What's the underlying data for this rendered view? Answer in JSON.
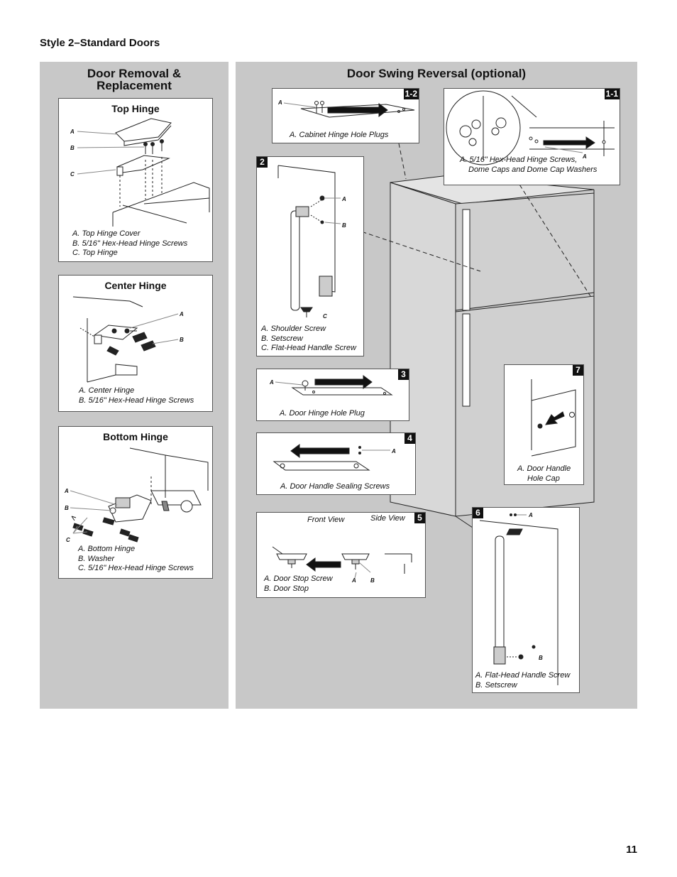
{
  "section_title": "Style 2–Standard Doors",
  "page_number": "11",
  "left_panel": {
    "title_line1": "Door Removal &",
    "title_line2": "Replacement",
    "top_hinge": {
      "title": "Top Hinge",
      "labels": [
        "A",
        "B",
        "C"
      ],
      "legend": [
        "A. Top Hinge Cover",
        "B. 5/16\" Hex-Head Hinge Screws",
        "C. Top Hinge"
      ]
    },
    "center_hinge": {
      "title": "Center Hinge",
      "labels": [
        "A",
        "B"
      ],
      "legend": [
        "A. Center Hinge",
        "B. 5/16\" Hex-Head Hinge Screws"
      ]
    },
    "bottom_hinge": {
      "title": "Bottom Hinge",
      "labels": [
        "A",
        "B",
        "C"
      ],
      "legend": [
        "A. Bottom Hinge",
        "B. Washer",
        "C. 5/16\" Hex-Head Hinge Screws"
      ]
    }
  },
  "right_panel": {
    "title": "Door Swing Reversal (optional)",
    "step_1_2": {
      "badge": "1-2",
      "label": "A",
      "legend": "A. Cabinet Hinge Hole Plugs"
    },
    "step_1_1": {
      "badge": "1-1",
      "label": "A",
      "legend_line1": "A. 5/16\" Hex-Head Hinge Screws,",
      "legend_line2": "Dome Caps and Dome Cap Washers"
    },
    "step_2": {
      "badge": "2",
      "labels": [
        "A",
        "B",
        "C"
      ],
      "legend": [
        "A. Shoulder Screw",
        "B. Setscrew",
        "C. Flat-Head Handle Screw"
      ]
    },
    "step_3": {
      "badge": "3",
      "label": "A",
      "legend": "A. Door Hinge Hole Plug"
    },
    "step_4": {
      "badge": "4",
      "label": "A",
      "legend": "A. Door Handle Sealing Screws"
    },
    "step_5": {
      "badge": "5",
      "front_view": "Front View",
      "side_view": "Side View",
      "labels": [
        "A",
        "B"
      ],
      "legend": [
        "A. Door Stop Screw",
        "B. Door Stop"
      ]
    },
    "step_6": {
      "badge": "6",
      "labels": [
        "A",
        "B"
      ],
      "legend": [
        "A. Flat-Head Handle Screw",
        "B. Setscrew"
      ]
    },
    "step_7": {
      "badge": "7",
      "legend_line1": "A. Door Handle",
      "legend_line2": "Hole Cap"
    }
  }
}
